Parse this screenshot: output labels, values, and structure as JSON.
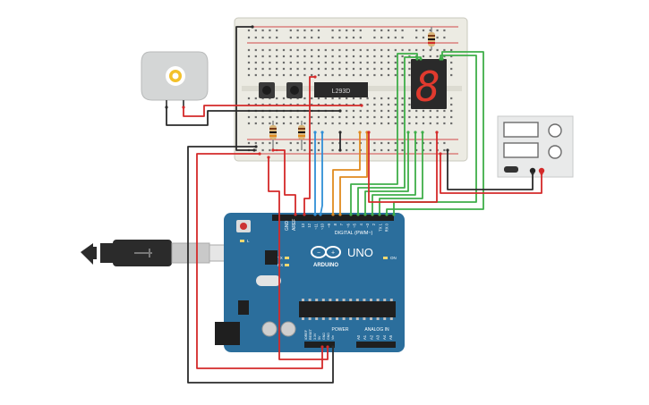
{
  "components": {
    "ic": {
      "label": "L293D"
    },
    "arduino": {
      "brand": "ARDUINO",
      "model": "UNO",
      "digital_header_label": "DIGITAL (PWM~)",
      "power_label": "POWER",
      "analog_label": "ANALOG IN",
      "aref": "AREF",
      "gnd": "GND",
      "on_label": "ON",
      "led_l": "L",
      "led_tx": "TX",
      "led_rx": "RX",
      "digital_pins": [
        "13",
        "12",
        "~11",
        "~10",
        "~9",
        "8",
        "7",
        "~6",
        "~5",
        "4",
        "~3",
        "2",
        "TX 1",
        "RX 0"
      ],
      "power_pins": [
        "IOREF",
        "RESET",
        "3.3V",
        "5V",
        "GND",
        "GND",
        "Vin"
      ],
      "analog_pins": [
        "A0",
        "A1",
        "A2",
        "A3",
        "A4",
        "A5"
      ]
    },
    "seven_segment": {
      "digit": "8"
    }
  },
  "colors": {
    "board_blue": "#2b6e9c",
    "wire_red": "#d42a2a",
    "wire_black": "#2b2b2b",
    "wire_green": "#3fae49",
    "wire_blue": "#2f8fd6",
    "wire_orange": "#e08a1e",
    "breadboard": "#ecebe3",
    "segment_red": "#e03a2e"
  }
}
